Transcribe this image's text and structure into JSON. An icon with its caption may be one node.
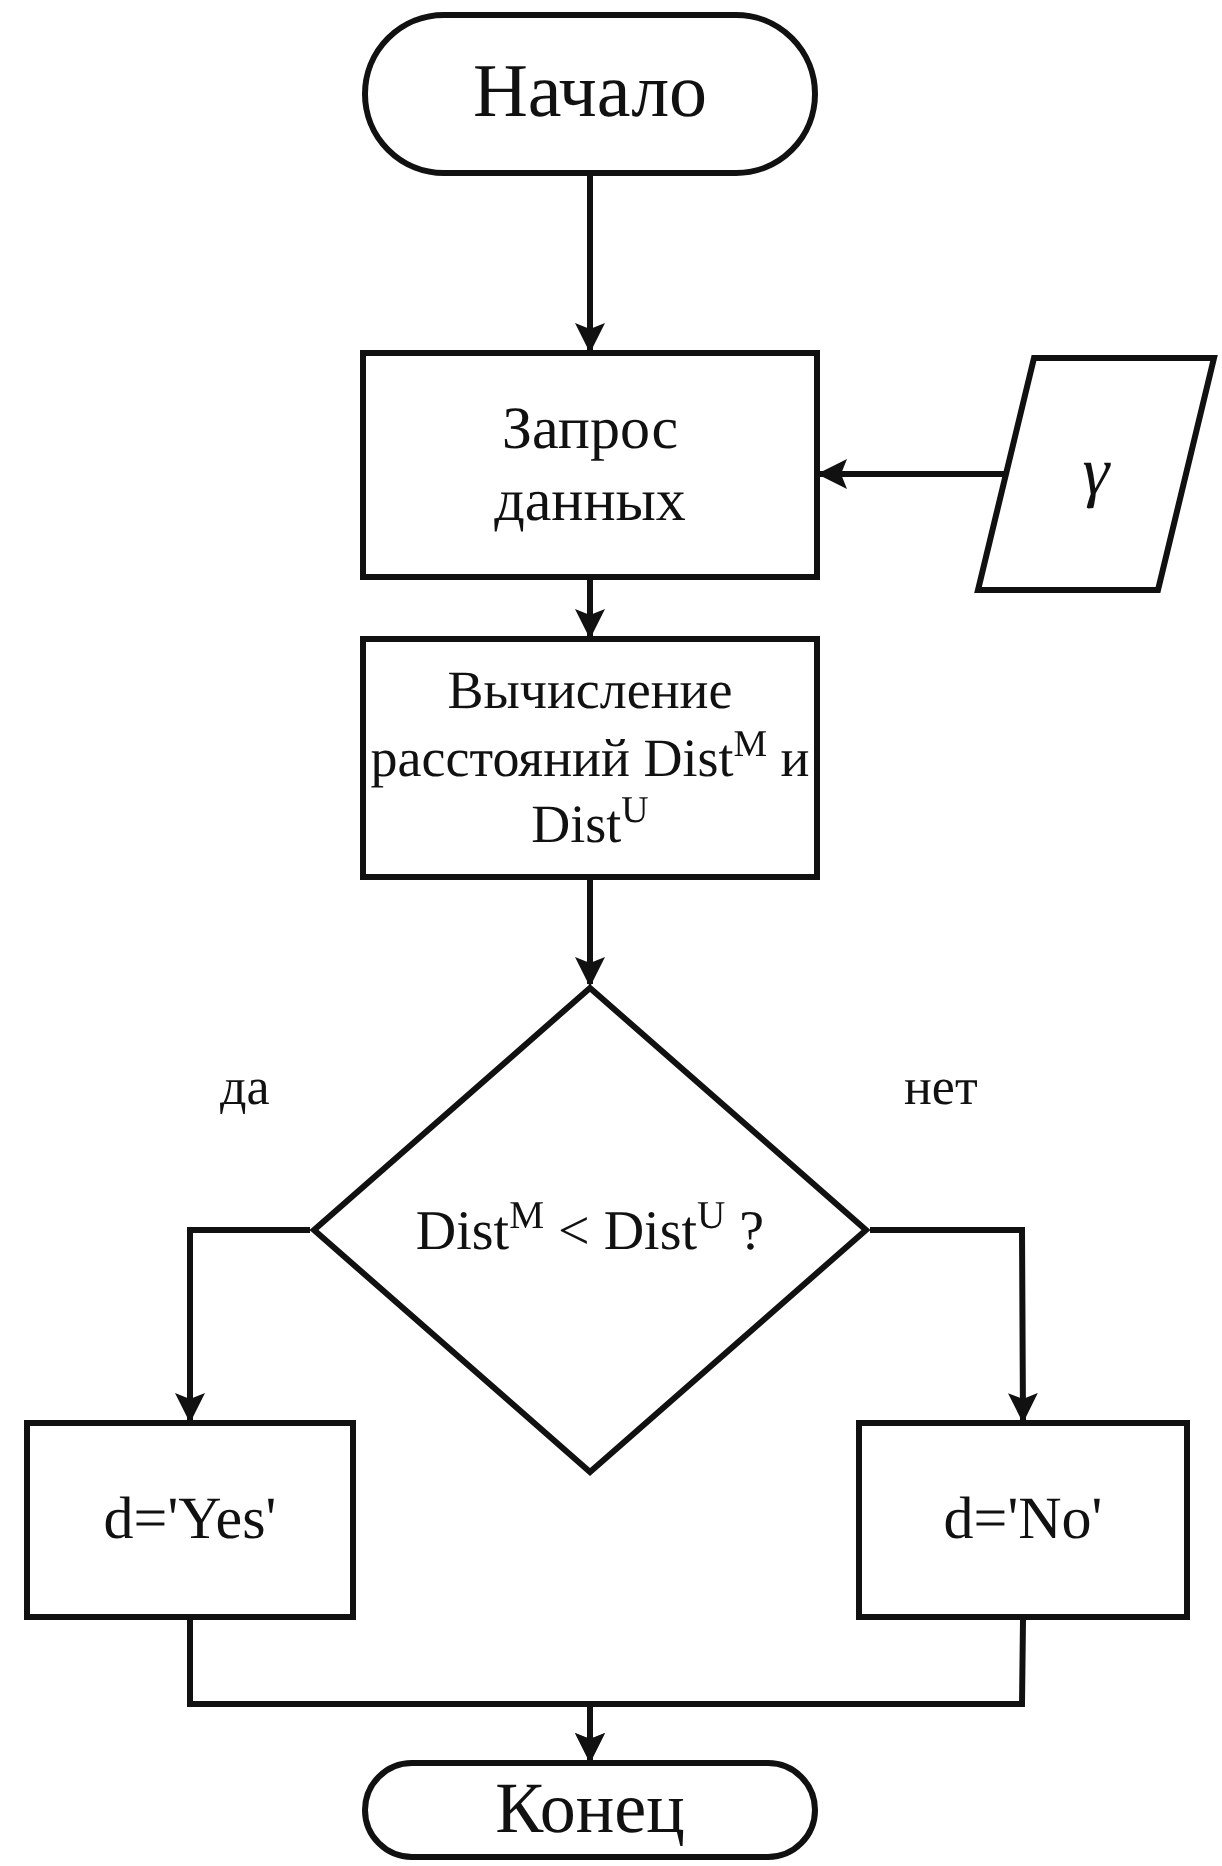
{
  "diagram": {
    "nodes": [
      {
        "text": [
          "Начало"
        ]
      },
      {
        "text": [
          "Запрос данных"
        ]
      },
      {
        "text": [
          "γ"
        ]
      },
      {
        "text": [
          "Вычисление расстояний Dist$^{M}$ и Dist$^{U}$"
        ]
      },
      {
        "text": [
          "Dist$^{M}$ < Dist$^{U}$ ?"
        ]
      },
      {
        "text": [
          "d='Yes'"
        ]
      },
      {
        "text": [
          "d='No'"
        ]
      },
      {
        "text": [
          "Конец"
        ]
      }
    ],
    "edges": [
      {
        "from": 0,
        "to": 1,
        "arrow": "to"
      },
      {
        "from": 2,
        "to": 1,
        "arrow": "to"
      },
      {
        "from": 1,
        "to": 3,
        "arrow": "to"
      },
      {
        "from": 3,
        "to": 4,
        "arrow": "to"
      },
      {
        "from": 4,
        "to": 5,
        "arrow": "to",
        "label": "да"
      },
      {
        "from": 4,
        "to": 6,
        "arrow": "to",
        "label": "нет"
      },
      {
        "from": 5,
        "to": 7,
        "arrow": "to"
      },
      {
        "from": 6,
        "to": 7,
        "arrow": "to"
      }
    ]
  }
}
